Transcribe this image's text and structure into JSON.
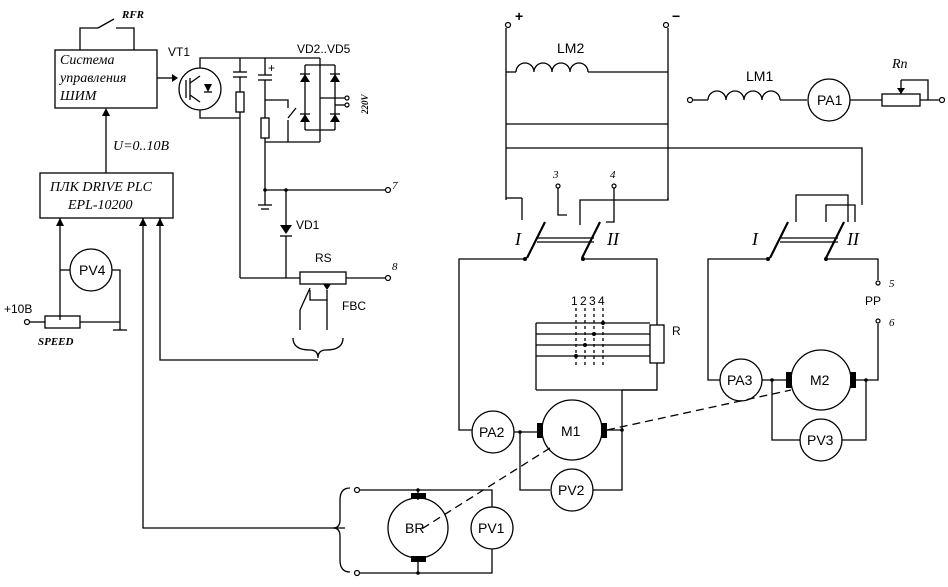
{
  "controller": {
    "line1": "Система",
    "line2": "управления",
    "line3": "ШИМ",
    "rfr": "RFR"
  },
  "plc": {
    "line1": "ПЛК DRIVE PLC",
    "line2": "EPL-10200"
  },
  "signal": "U=0..10В",
  "labels": {
    "vt1": "VT1",
    "vd2_vd5": "VD2..VD5",
    "v220": "220V",
    "vd1": "VD1",
    "rs": "RS",
    "fbc": "FBC",
    "pv4": "PV4",
    "plus10": "+10В",
    "speed": "SPEED",
    "lm2": "LM2",
    "lm1": "LM1",
    "pa1": "PA1",
    "rp": "Rп",
    "plus": "+",
    "minus": "−",
    "t3": "3",
    "t4": "4",
    "t5": "5",
    "t6": "6",
    "t7": "7",
    "t8": "8",
    "sw1_i": "I",
    "sw1_ii": "II",
    "sw2_i": "I",
    "sw2_ii": "II",
    "pp": "PP",
    "r": "R",
    "res_steps": [
      "1",
      "2",
      "3",
      "4"
    ],
    "pa2": "PA2",
    "m1": "M1",
    "pv2": "PV2",
    "pa3": "PA3",
    "m2": "M2",
    "pv3": "PV3",
    "br": "BR",
    "pv1": "PV1"
  }
}
